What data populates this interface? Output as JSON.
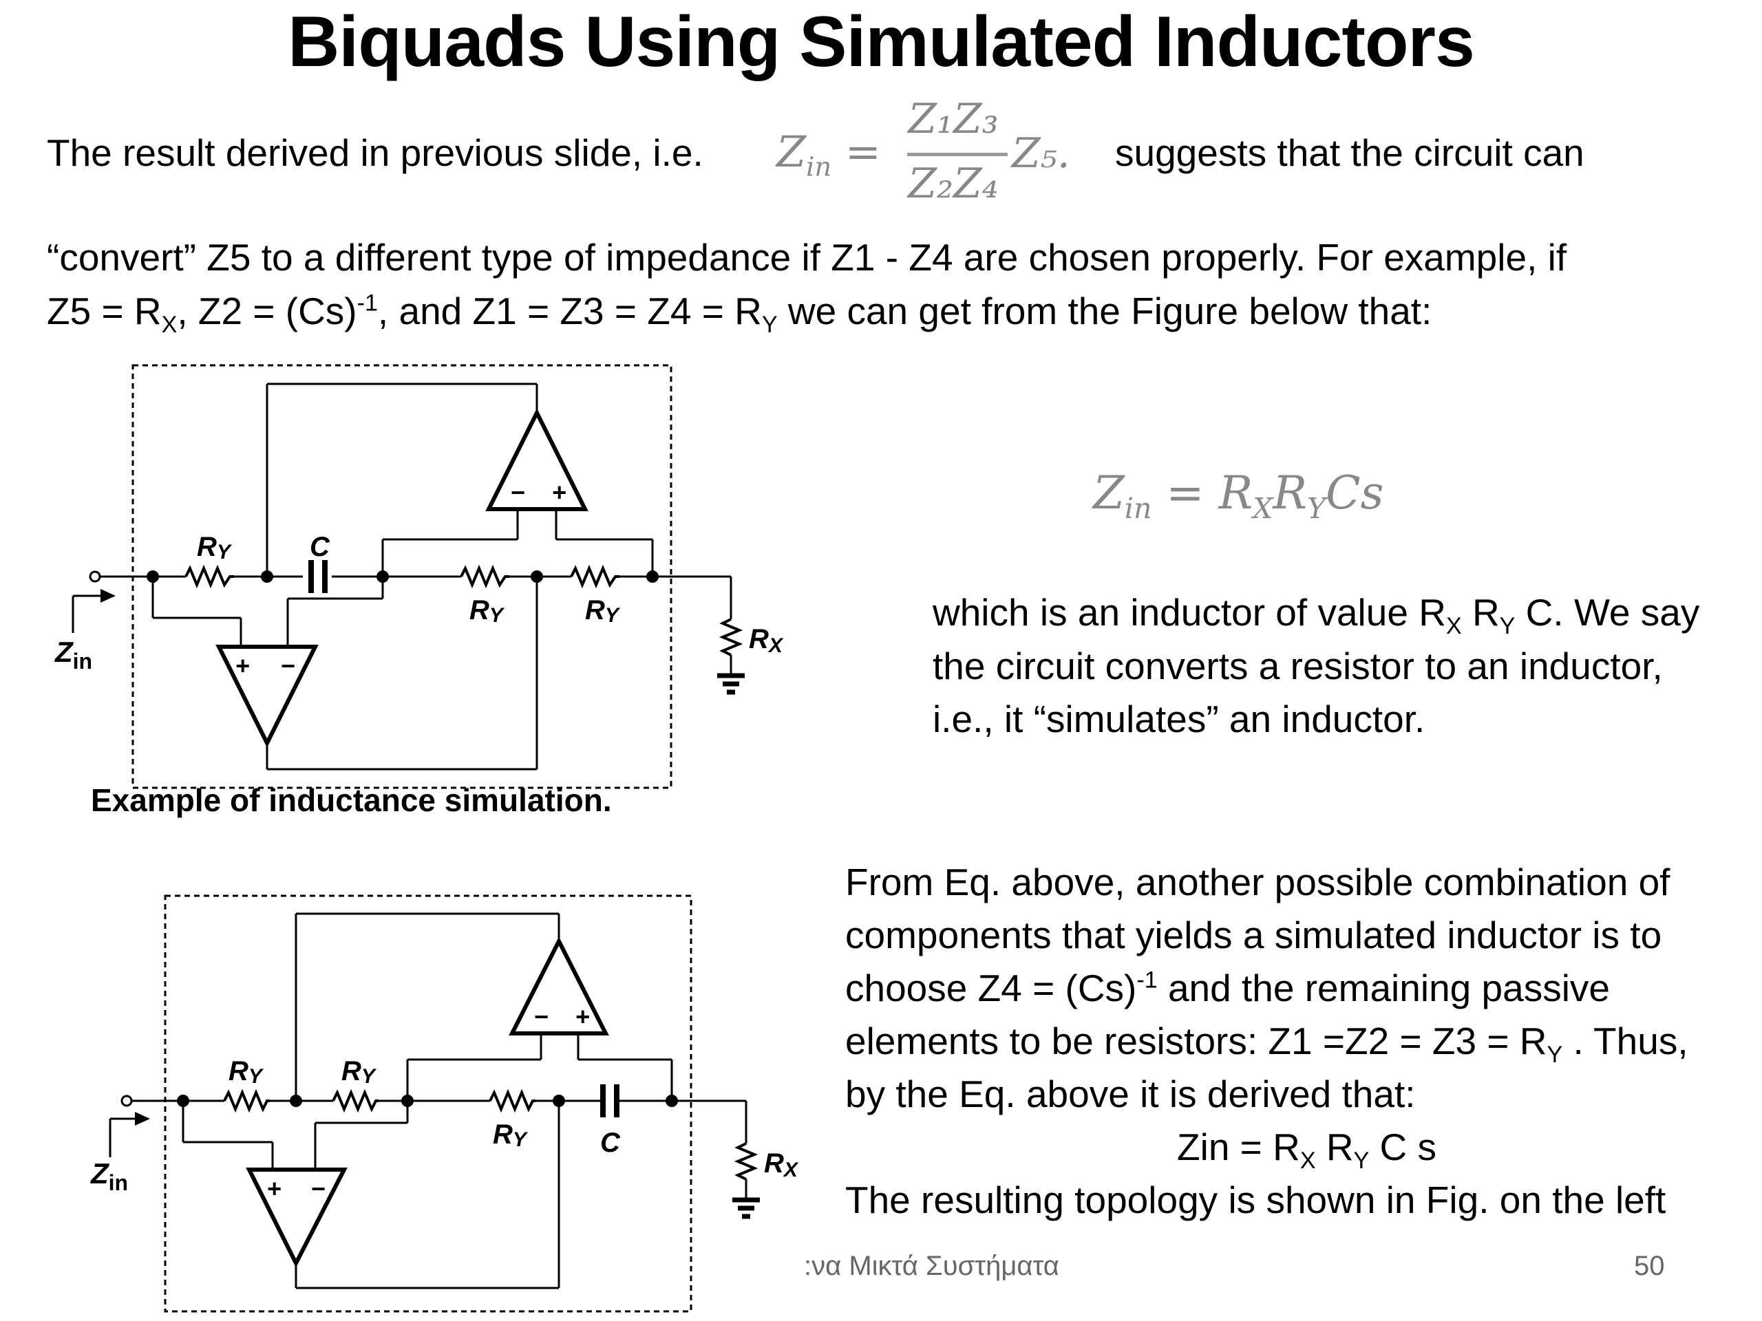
{
  "slide": {
    "title": "Biquads Using Simulated Inductors",
    "intro_before": "The result  derived in previous slide, i.e.",
    "intro_eq": {
      "lhs": "Z",
      "lhs_sub": "in",
      "equals": "=",
      "num": "Z₁Z₃",
      "den": "Z₂Z₄",
      "tail": "Z₅."
    },
    "intro_after": "suggests that the circuit can",
    "line2": "“convert” Z5 to a different type of  impedance if  Z1 - Z4 are chosen properly. For example, if",
    "line3": {
      "a": "Z5 = R",
      "a_sub": "X",
      "b": ",  Z2 = (Cs)",
      "b_sup": "-1",
      "c": ", and Z1 = Z3 = Z4 = R",
      "c_sub": "Y",
      "d": "   we can get from the Figure below that:"
    },
    "eq1": {
      "z": "Z",
      "z_sub": "in",
      "eq": "=",
      "r1": "R",
      "r1_sub": "X",
      "r2": "R",
      "r2_sub": "Y",
      "cs": "Cs"
    },
    "para1": {
      "l1a": "which is an inductor of value R",
      "l1_sub1": "X",
      "l1b": " R",
      "l1_sub2": "Y",
      "l1c": " C.  We say",
      "l2": "the circuit converts a resistor to an  inductor,",
      "l3": "i.e., it “simulates” an inductor."
    },
    "caption": "Example of inductance simulation.",
    "para2": {
      "l1": "From Eq. above, another possible  combination of",
      "l2": "components that yields a simulated  inductor is to",
      "l3a": "choose Z4 = (Cs)",
      "l3_sup": "-1",
      "l3b": " and the remaining passive",
      "l4a": "elements to be resistors: Z1 =Z2 = Z3 = R",
      "l4_sub": "Y",
      "l4b": " . Thus,",
      "l5": "by the Eq. above it is derived that:",
      "l6a": "Zin = R",
      "l6_sub1": "X",
      "l6b": " R",
      "l6_sub2": "Y",
      "l6c": " C s",
      "l7": "The resulting topology is shown in Fig. on the left"
    },
    "footer_text": ":να Μικτά  Συστήματα",
    "page_number": "50"
  },
  "circuit1": {
    "label_ry_left": "R",
    "label_c": "C",
    "label_ry_mid": "R",
    "label_ry_right": "R",
    "label_rx": "R",
    "label_zin": "Z",
    "sub_y": "Y",
    "sub_x": "X",
    "sub_in": "in",
    "opamp_minus": "−",
    "opamp_plus": "+"
  },
  "circuit2": {
    "label_ry_1": "R",
    "label_ry_2": "R",
    "label_ry_3": "R",
    "label_c": "C",
    "label_rx": "R",
    "label_zin": "Z",
    "sub_y": "Y",
    "sub_x": "X",
    "sub_in": "in",
    "opamp_minus": "−",
    "opamp_plus": "+"
  }
}
